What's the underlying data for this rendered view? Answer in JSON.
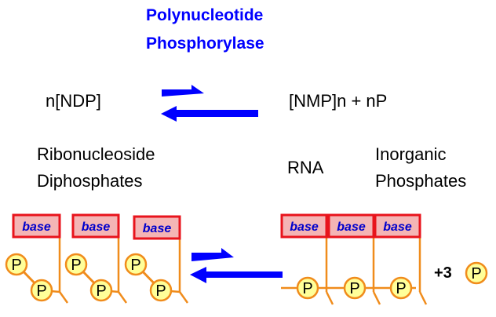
{
  "title": {
    "line1": "Polynucleotide",
    "line2": "Phosphorylase"
  },
  "equation": {
    "left": "n[NDP]",
    "right": "[NMP]n + nP"
  },
  "labels": {
    "ribonucleoside_line1": "Ribonucleoside",
    "ribonucleoside_line2": "Diphosphates",
    "rna": "RNA",
    "inorganic_line1": "Inorganic",
    "inorganic_line2": "Phosphates"
  },
  "molecule": {
    "base_label": "base",
    "phosphate_label": "P",
    "plus_count": "+3"
  },
  "colors": {
    "title": "#0000ff",
    "arrow": "#0000ff",
    "base_fill": "#f4b5b5",
    "base_border": "#e8141c",
    "base_text": "#0000cc",
    "phosphate_fill": "#ffff99",
    "phosphate_stroke": "#f08c1c",
    "backbone": "#f08c1c"
  }
}
